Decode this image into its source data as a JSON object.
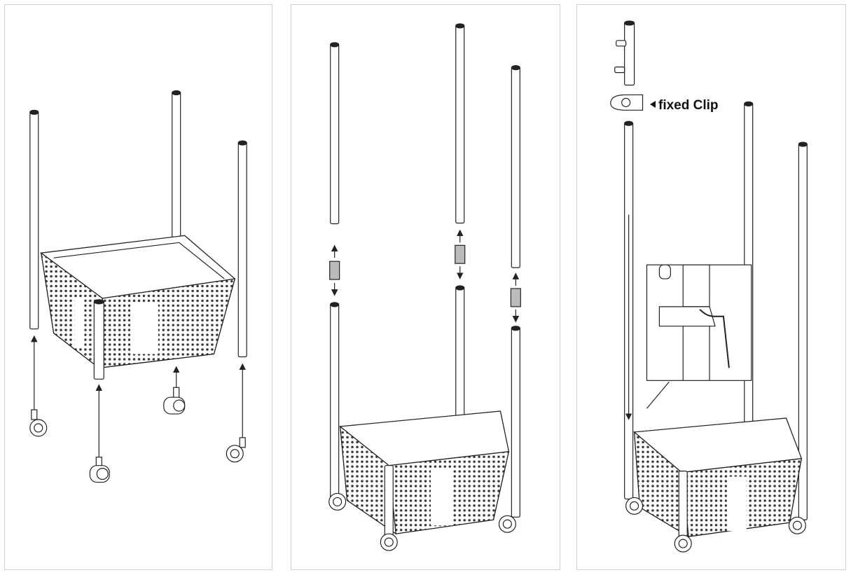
{
  "panels": [
    {
      "id": "step-1",
      "description_label": ""
    },
    {
      "id": "step-2",
      "description_label": ""
    },
    {
      "id": "step-3",
      "description_label": ""
    }
  ],
  "callout": {
    "text": "fixed Clip"
  },
  "colors": {
    "line": "#222222",
    "panel_border": "#cfcfcf",
    "background": "#ffffff"
  }
}
